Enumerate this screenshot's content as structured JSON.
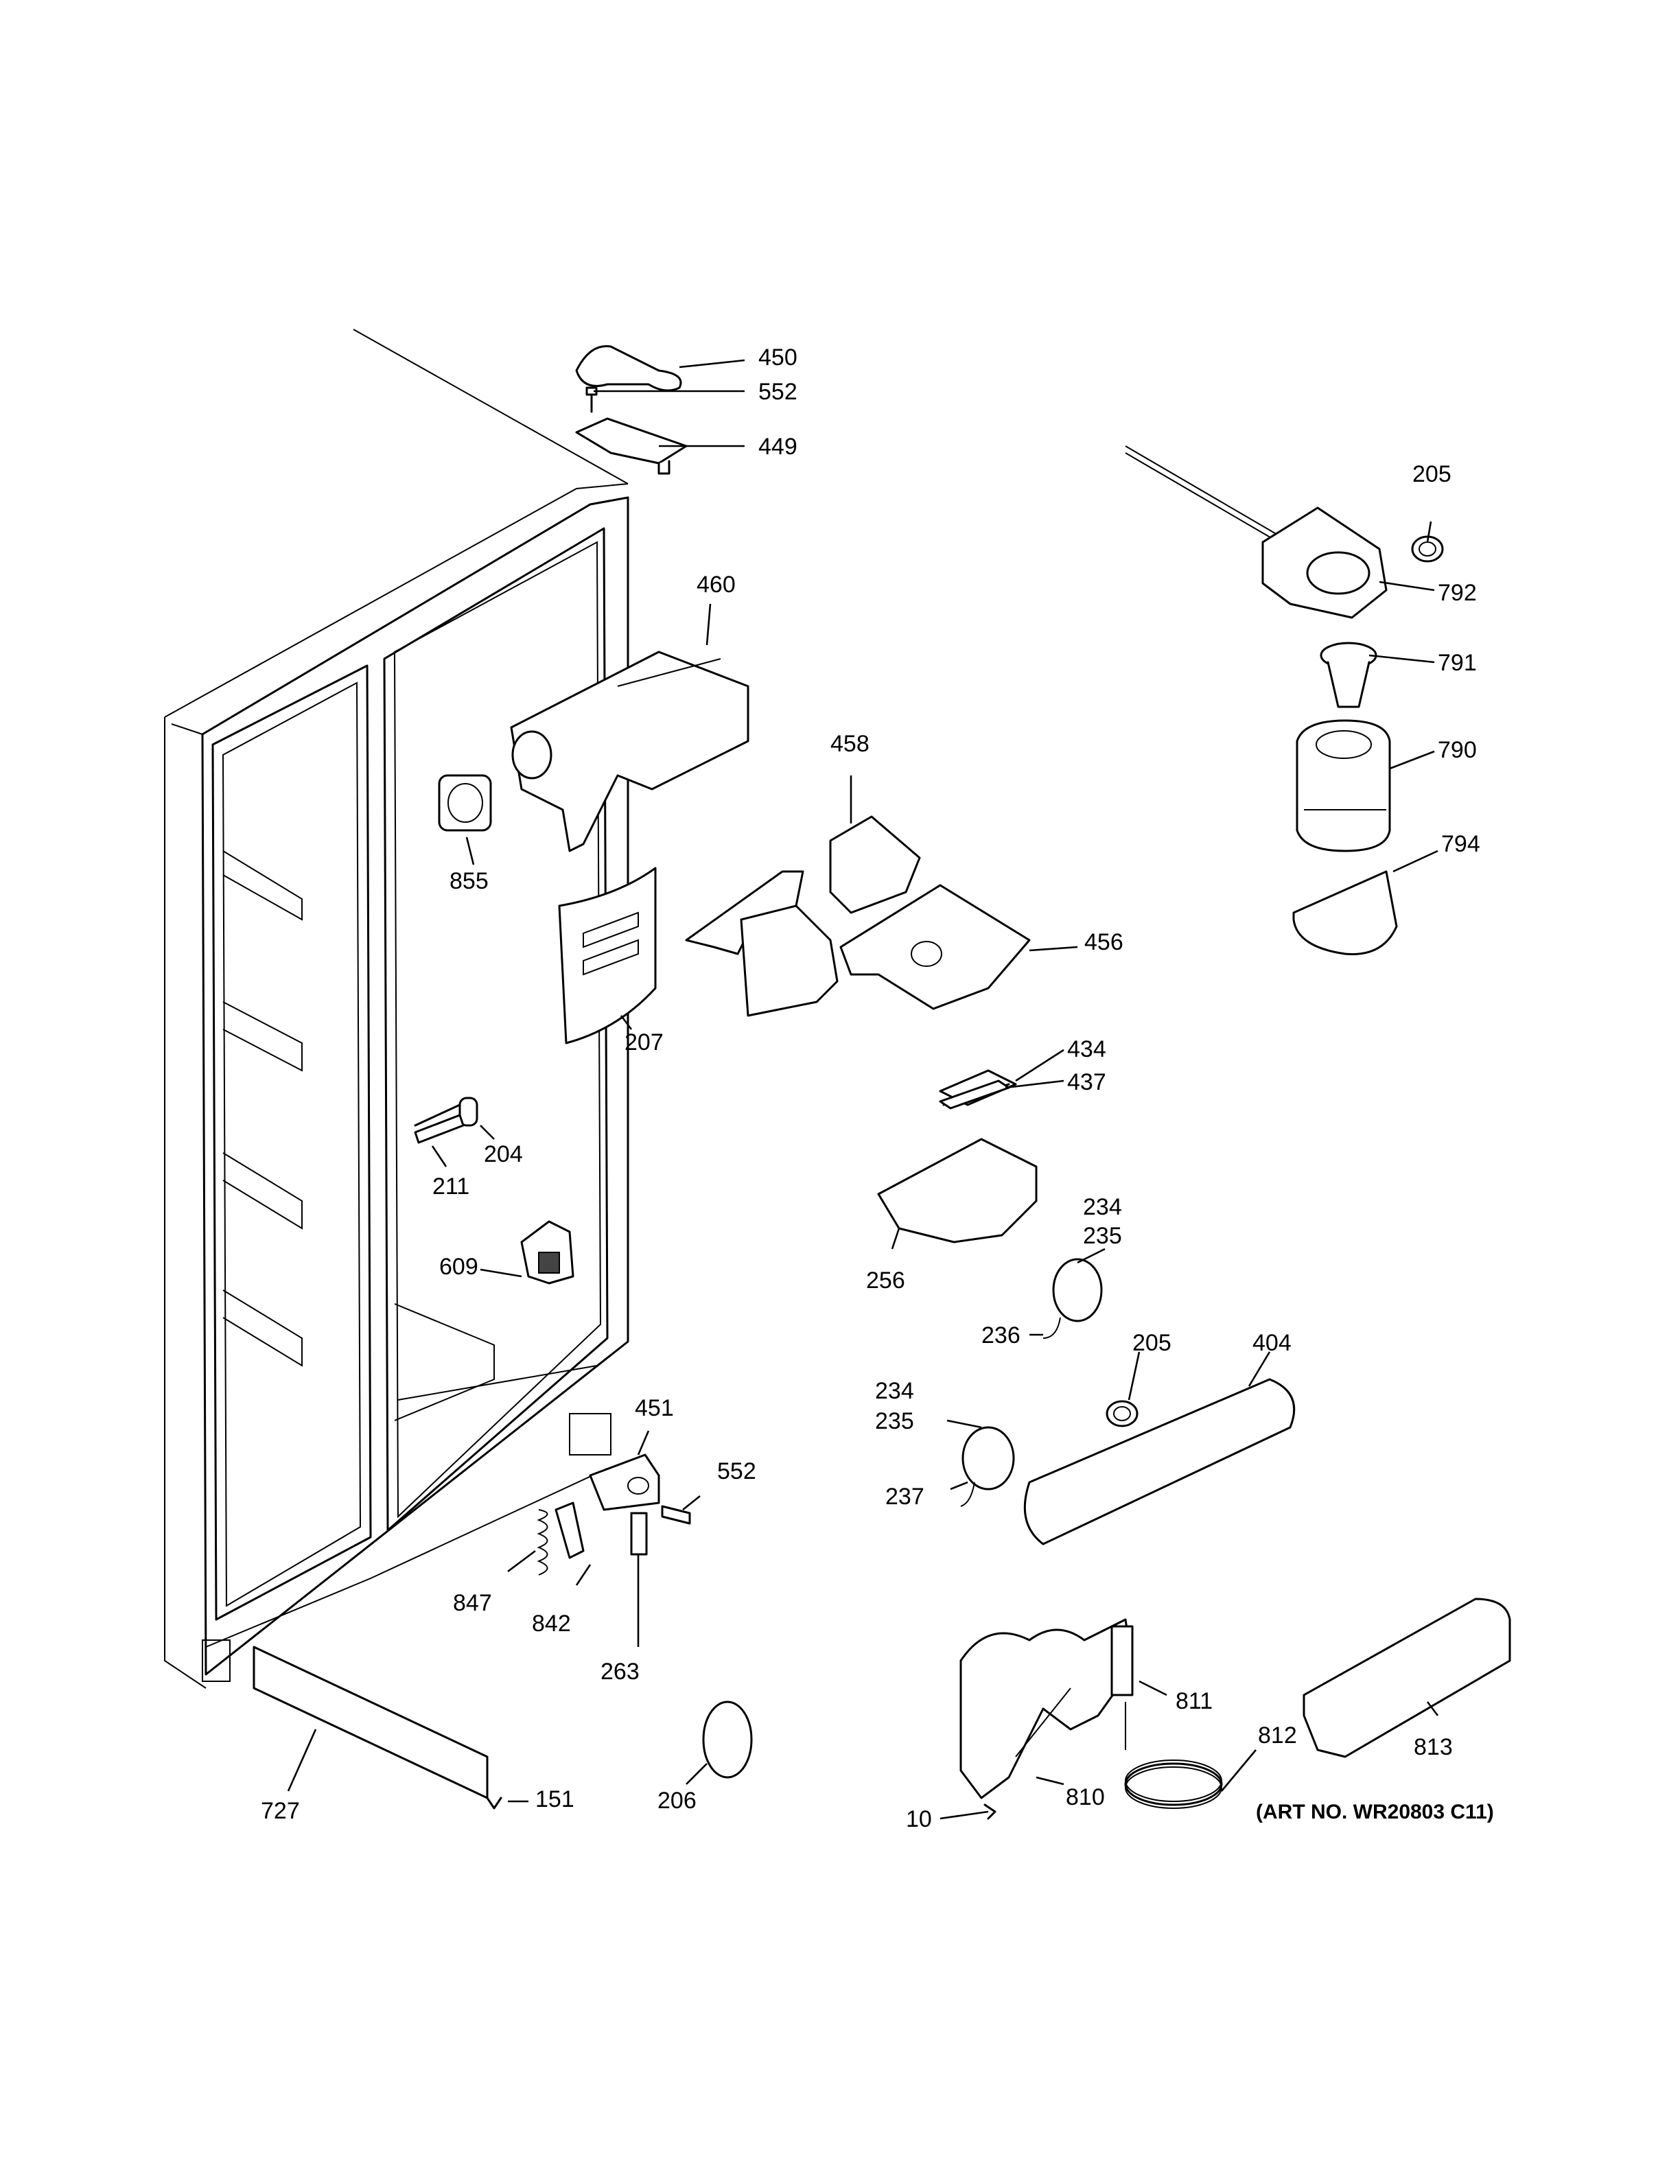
{
  "callouts": {
    "p450": "450",
    "p552a": "552",
    "p449": "449",
    "p205a": "205",
    "p792": "792",
    "p791": "791",
    "p790": "790",
    "p794": "794",
    "p460": "460",
    "p458": "458",
    "p456": "456",
    "p855": "855",
    "p207": "207",
    "p434": "434",
    "p437": "437",
    "p204": "204",
    "p211": "211",
    "p609": "609",
    "p256": "256",
    "p234a": "234",
    "p235a": "235",
    "p236": "236",
    "p205b": "205",
    "p404": "404",
    "p234b": "234",
    "p235b": "235",
    "p237": "237",
    "p451": "451",
    "p552b": "552",
    "p847": "847",
    "p842": "842",
    "p263": "263",
    "p811": "811",
    "p812": "812",
    "p813": "813",
    "p810": "810",
    "p10": "10",
    "p727": "727",
    "p151": "151",
    "p206": "206"
  },
  "art_number": "(ART NO. WR20803 C11)"
}
